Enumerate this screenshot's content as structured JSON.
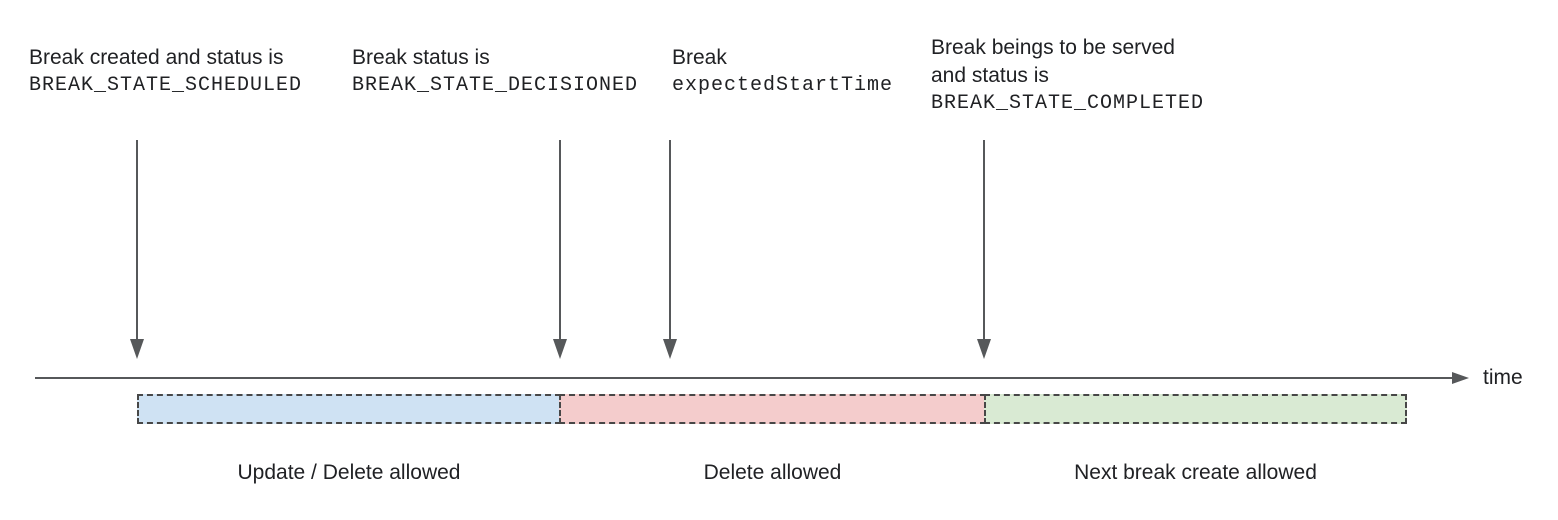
{
  "annotations": [
    {
      "text": "Break created and status is",
      "code": "BREAK_STATE_SCHEDULED"
    },
    {
      "text": "Break status is",
      "code": "BREAK_STATE_DECISIONED"
    },
    {
      "text": "Break",
      "code": "expectedStartTime"
    },
    {
      "text": "Break beings to be served",
      "text2": "and status is",
      "code": "BREAK_STATE_COMPLETED"
    }
  ],
  "timeline": {
    "axis_label": "time",
    "stroke_color": "#56585a"
  },
  "segments": [
    {
      "label": "Update / Delete allowed",
      "fill": "#cfe2f3"
    },
    {
      "label": "Delete allowed",
      "fill": "#f4cccc"
    },
    {
      "label": "Next break create allowed",
      "fill": "#d9ead3"
    }
  ],
  "colors": {
    "text": "#202124",
    "dashed_border": "#474747"
  }
}
